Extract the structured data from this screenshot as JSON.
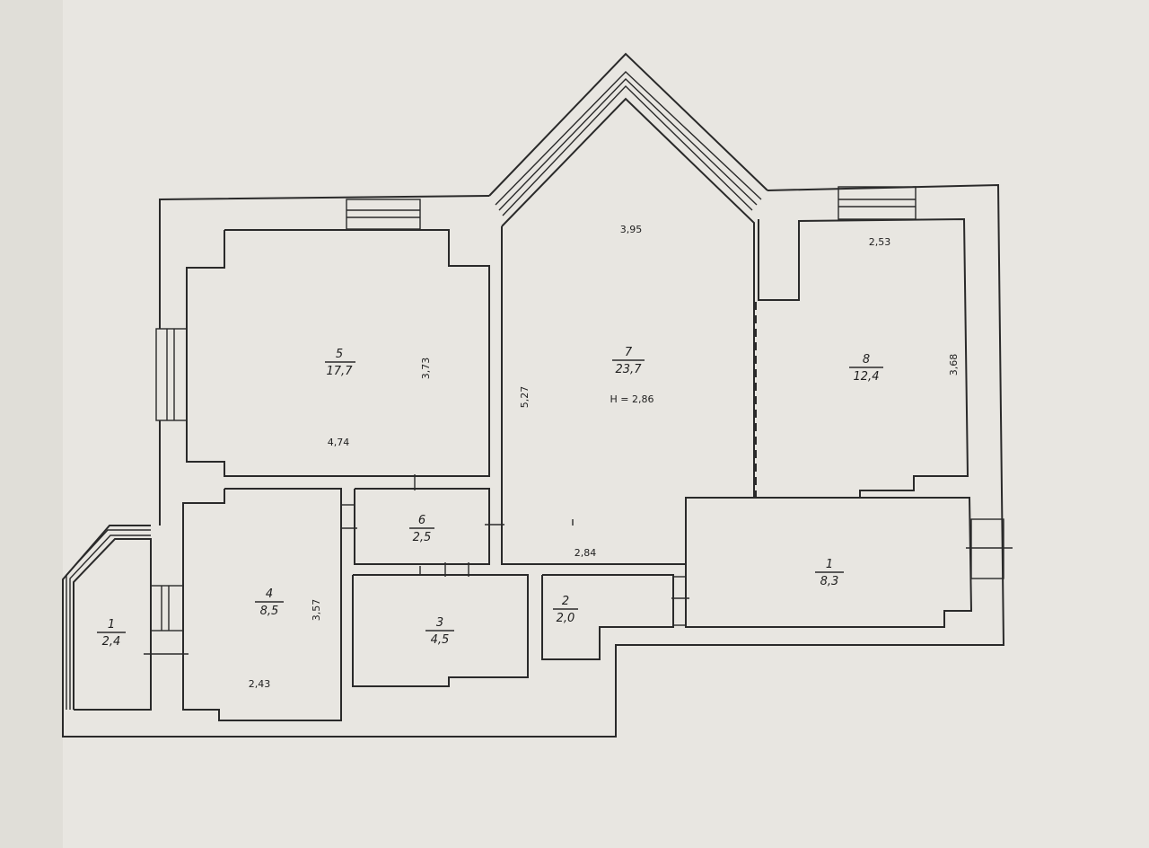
{
  "rooms": [
    {
      "id": "r1b",
      "number": "1",
      "area": "2,4"
    },
    {
      "id": "r2",
      "number": "2",
      "area": "2,0"
    },
    {
      "id": "r3",
      "number": "3",
      "area": "4,5"
    },
    {
      "id": "r4",
      "number": "4",
      "area": "8,5"
    },
    {
      "id": "r5",
      "number": "5",
      "area": "17,7"
    },
    {
      "id": "r6",
      "number": "6",
      "area": "2,5"
    },
    {
      "id": "r7",
      "number": "7",
      "area": "23,7"
    },
    {
      "id": "r8",
      "number": "8",
      "area": "12,4"
    },
    {
      "id": "r1",
      "number": "1",
      "area": "8,3"
    }
  ],
  "dimensions": {
    "r5_width": "4,74",
    "r5_depth": "3,73",
    "r7_width": "3,95",
    "r7_depth": "5,27",
    "r7_height": "H = 2,86",
    "r7_bottom": "2,84",
    "r8_width": "2,53",
    "r8_depth": "3,68",
    "r4_width": "2,43",
    "r4_depth": "3,57"
  }
}
